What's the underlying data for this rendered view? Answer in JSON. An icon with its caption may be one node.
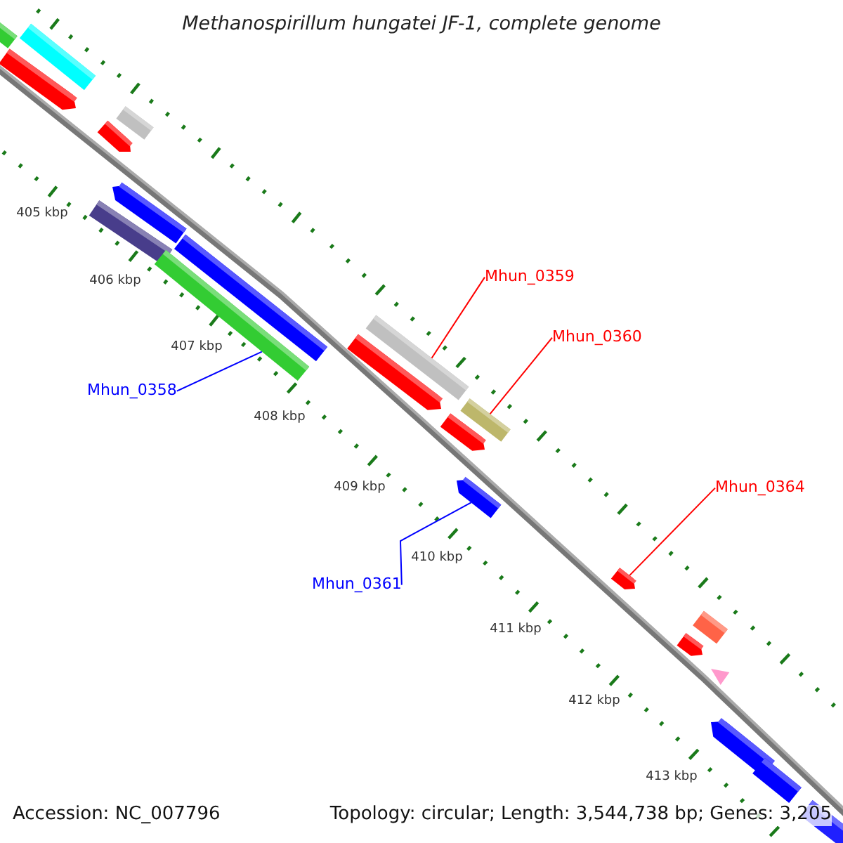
{
  "diagram": {
    "title": "Methanospirillum hungatei JF-1, complete genome",
    "nodes": [
      {
        "text": [
          "Mhun_0358"
        ]
      },
      {
        "text": [
          "Mhun_0359"
        ]
      },
      {
        "text": [
          "Mhun_0360"
        ]
      },
      {
        "text": [
          "Mhun_0361"
        ]
      },
      {
        "text": [
          "Mhun_0364"
        ]
      },
      {
        "text": [],
        "shape": "bar"
      },
      {
        "text": [],
        "shape": "arrow"
      },
      {
        "text": [],
        "shape": "bar"
      },
      {
        "text": [],
        "shape": "bar"
      },
      {
        "text": [],
        "shape": "arrow"
      },
      {
        "text": [],
        "shape": "arrow"
      },
      {
        "text": [],
        "shape": "bar"
      },
      {
        "text": [],
        "shape": "bar"
      },
      {
        "text": [],
        "shape": "bar"
      },
      {
        "text": [],
        "shape": "arrow"
      },
      {
        "text": [],
        "shape": "bar"
      },
      {
        "text": [],
        "shape": "arrow"
      },
      {
        "text": [],
        "shape": "arrow"
      },
      {
        "text": [],
        "shape": "bar"
      },
      {
        "text": [],
        "shape": "arrow"
      },
      {
        "text": [],
        "shape": "arrow"
      },
      {
        "text": [],
        "shape": "bar"
      },
      {
        "text": [],
        "shape": "triangle"
      },
      {
        "text": [],
        "shape": "arrow"
      },
      {
        "text": [],
        "shape": "bar"
      },
      {
        "text": [],
        "shape": "bar"
      }
    ],
    "edges": [
      {
        "from": 0,
        "to": 12,
        "arrow": "none",
        "color": "#0000ff"
      },
      {
        "from": 1,
        "to": 15,
        "arrow": "none"
      },
      {
        "from": 2,
        "to": 18,
        "arrow": "none"
      },
      {
        "from": 3,
        "to": 17,
        "arrow": "none",
        "color": "#0000ff"
      },
      {
        "from": 4,
        "to": 19,
        "arrow": "none"
      }
    ],
    "labels": [
      "405 kbp",
      "406 kbp",
      "407 kbp",
      "408 kbp",
      "409 kbp",
      "410 kbp",
      "411 kbp",
      "412 kbp",
      "413 kbp",
      "Accession: NC_007796",
      "Topology: circular; Length: 3,544,738 bp; Genes: 3,205"
    ]
  }
}
